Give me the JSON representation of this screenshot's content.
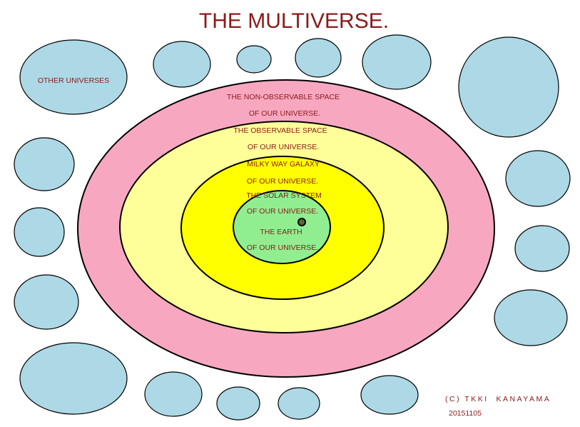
{
  "title": "THE MULTIVERSE.",
  "labels": {
    "other_universes": "OTHER UNIVERSES",
    "non_observable_1": "THE NON-OBSERVABLE SPACE",
    "non_observable_2": "OF OUR UNIVERSE.",
    "observable_1": "THE OBSERVABLE SPACE",
    "observable_2": "OF OUR UNIVERSE.",
    "galaxy_1": "MILKY WAY GALAXY",
    "galaxy_2": "OF OUR UNIVERSE.",
    "solar_1": "THE SOLAR SYSTEM",
    "solar_2": "OF OUR UNIVERSE.",
    "earth_1": "THE EARTH",
    "earth_2": "OF OUR UNIVERSE."
  },
  "credit": "(C) TKKI  KANAYAMA",
  "date": "20151105",
  "colors": {
    "title": "#8b1a1a",
    "other_universe": "#add8e6",
    "non_observable": "#f7a8c0",
    "observable": "#ffff99",
    "galaxy": "#ffff00",
    "solar_system": "#90ee90",
    "outline": "#000000"
  }
}
